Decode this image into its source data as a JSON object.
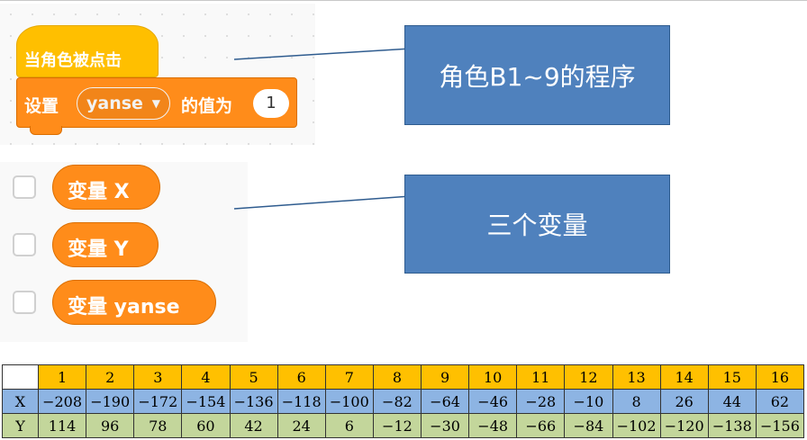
{
  "script": {
    "hat_label": "当角色被点击",
    "set_label": "设置",
    "set_variable": "yanse",
    "value_label": "的值为",
    "value": "1"
  },
  "palette": {
    "variables": [
      {
        "label": "变量 X"
      },
      {
        "label": "变量 Y"
      },
      {
        "label": "变量 yanse"
      }
    ]
  },
  "callouts": {
    "program": "角色B1~9的程序",
    "variables": "三个变量"
  },
  "table": {
    "header": [
      "1",
      "2",
      "3",
      "4",
      "5",
      "6",
      "7",
      "8",
      "9",
      "10",
      "11",
      "12",
      "13",
      "14",
      "15",
      "16"
    ],
    "rows": [
      {
        "label": "X",
        "values": [
          "−208",
          "−190",
          "−172",
          "−154",
          "−136",
          "−118",
          "−100",
          "−82",
          "−64",
          "−46",
          "−28",
          "−10",
          "8",
          "26",
          "44",
          "62"
        ]
      },
      {
        "label": "Y",
        "values": [
          "114",
          "96",
          "78",
          "60",
          "42",
          "24",
          "6",
          "−12",
          "−30",
          "−48",
          "−66",
          "−84",
          "−102",
          "−120",
          "−138",
          "−156"
        ]
      }
    ]
  },
  "colors": {
    "event_block": "#ffbf00",
    "variable_block": "#ff8c1a",
    "callout": "#4f81bd",
    "header_row": "#ffc000",
    "x_row": "#8db4e3",
    "y_row": "#c3d69b"
  },
  "icons": {
    "dropdown": "caret-down-icon"
  }
}
